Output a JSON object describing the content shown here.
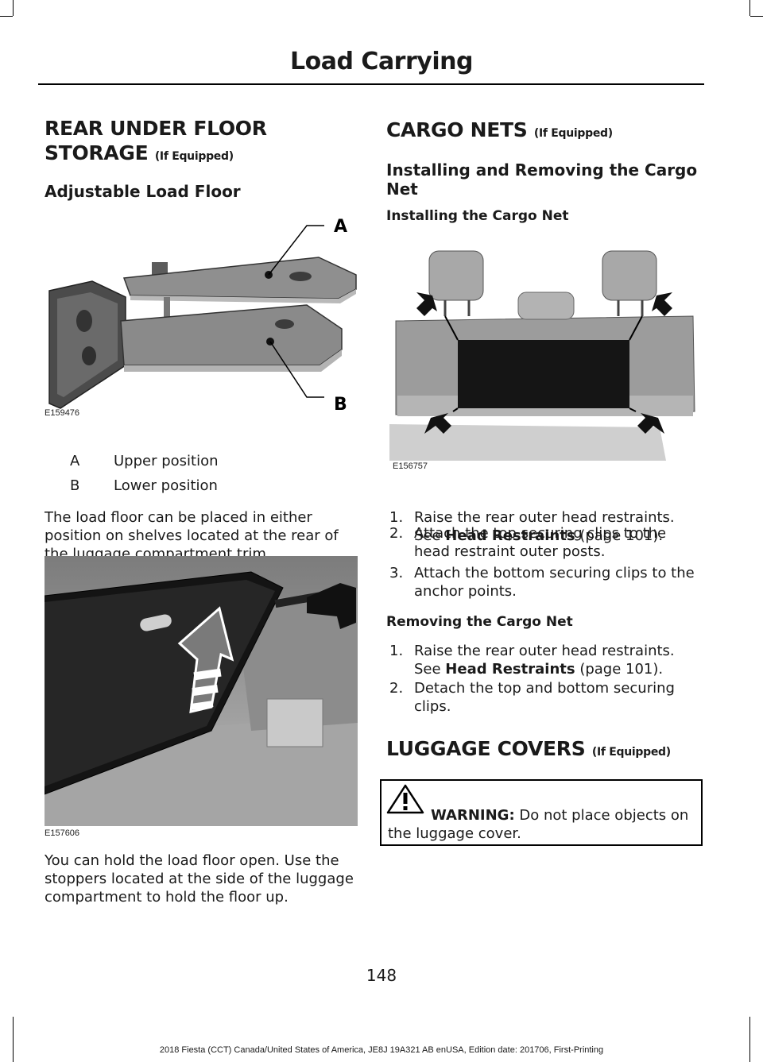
{
  "header": {
    "title": "Load Carrying"
  },
  "left": {
    "section_title_line1": "REAR UNDER FLOOR",
    "section_title_line2": "STORAGE",
    "section_note": "(If Equipped)",
    "subheading": "Adjustable Load Floor",
    "figure1": {
      "code": "E159476",
      "callout_a": "A",
      "callout_b": "B"
    },
    "legend": [
      {
        "letter": "A",
        "text": "Upper position"
      },
      {
        "letter": "B",
        "text": "Lower position"
      }
    ],
    "paragraph1_lines": [
      "The load floor can be placed in either",
      "position on shelves located at the rear of",
      "the luggage compartment trim."
    ],
    "figure2": {
      "code": "E157606"
    },
    "paragraph2_lines": [
      "You can hold the load floor open. Use the",
      "stoppers located at the side of the luggage",
      "compartment to hold the floor up."
    ]
  },
  "right": {
    "section_title": "CARGO NETS",
    "section_note": "(If Equipped)",
    "subheading_line1": "Installing and Removing the Cargo",
    "subheading_line2": "Net",
    "install_heading": "Installing the Cargo Net",
    "figure3": {
      "code": "E156757"
    },
    "install_steps": [
      {
        "num": "1.",
        "line1": "Raise the rear outer head restraints.",
        "pre": "See ",
        "ref": "Head Restraints",
        "post": " (page 101)."
      },
      {
        "num": "2.",
        "line1": "Attach the top securing clips to the",
        "line2": "head restraint outer posts."
      },
      {
        "num": "3.",
        "line1": "Attach the bottom securing clips to the",
        "line2": "anchor points."
      }
    ],
    "remove_heading": "Removing the Cargo Net",
    "remove_steps": [
      {
        "num": "1.",
        "line1": "Raise the rear outer head restraints.",
        "pre": "See ",
        "ref": "Head Restraints",
        "post": " (page 101)."
      },
      {
        "num": "2.",
        "line1": "Detach the top and bottom securing",
        "line2": "clips."
      }
    ],
    "luggage_title": "LUGGAGE COVERS",
    "luggage_note": "(If Equipped)",
    "warning": {
      "label": "WARNING:",
      "text_line1": " Do not place objects on",
      "text_line2": "the luggage cover."
    }
  },
  "page_number": "148",
  "footer": "2018 Fiesta (CCT) Canada/United States of America, JE8J 19A321 AB enUSA, Edition date: 201706, First-Printing"
}
